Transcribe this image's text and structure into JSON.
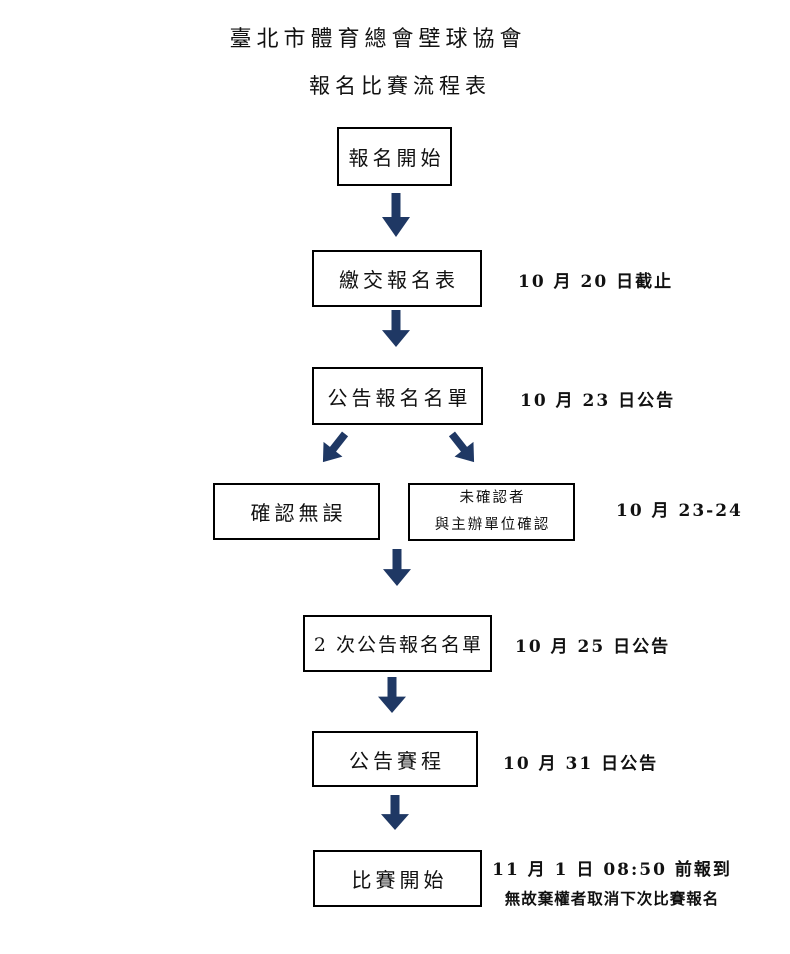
{
  "page": {
    "title": "臺北市體育總會壁球協會",
    "subtitle": "報名比賽流程表"
  },
  "colors": {
    "arrow": "#1f3864",
    "border": "#000000",
    "ink": "#111111",
    "background": "#ffffff"
  },
  "flow": {
    "boxes": {
      "start": {
        "label": "報名開始"
      },
      "submit": {
        "label": "繳交報名表",
        "note": "10 月 20 日截止"
      },
      "announce": {
        "label": "公告報名名單",
        "note": "10 月 23 日公告"
      },
      "confirmed": {
        "label": "確認無誤"
      },
      "unconfirmed": {
        "line1": "未確認者",
        "line2": "與主辦單位確認",
        "note": "10 月 23-24"
      },
      "second_announce": {
        "label": "2 次公告報名名單",
        "note": "10 月 25 日公告"
      },
      "schedule": {
        "label": "公告賽程",
        "note": "10 月 31 日公告"
      },
      "match_start": {
        "label": "比賽開始",
        "note_line1": "11 月 1 日 08:50 前報到",
        "note_line2": "無故棄權者取消下次比賽報名"
      }
    },
    "icons": {
      "down_arrow": "down-arrow",
      "down_left_arrow": "down-left-arrow",
      "down_right_arrow": "down-right-arrow"
    }
  }
}
